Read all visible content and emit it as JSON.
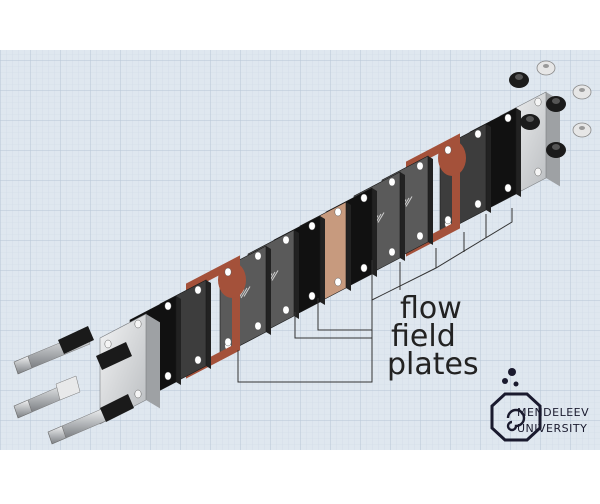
{
  "diagram": {
    "label_lines": [
      "flow",
      "field",
      "plates"
    ],
    "logo": {
      "line1": "MENDELEEV",
      "line2": "UNIVERSITY"
    },
    "colors": {
      "background": "#ffffff",
      "grid_fine": "#cfd9e6",
      "grid_bold": "#b7c5d6",
      "grid_bg": "#dfe7ef",
      "endplate": "#d8dadc",
      "black_plate": "#111111",
      "dark_grey_plate": "#3d3d3d",
      "grey_plate": "#5a5a5a",
      "gasket": "#a4513a",
      "membrane_tan": "#c79a7e",
      "bolt": "#c6c8ca",
      "nut_black": "#1a1a1a",
      "leader_lines": "#333333"
    },
    "icons": [
      "bolt-icon",
      "nut-icon",
      "washer-icon",
      "plate-icon",
      "gasket-icon",
      "university-logo-icon"
    ]
  }
}
